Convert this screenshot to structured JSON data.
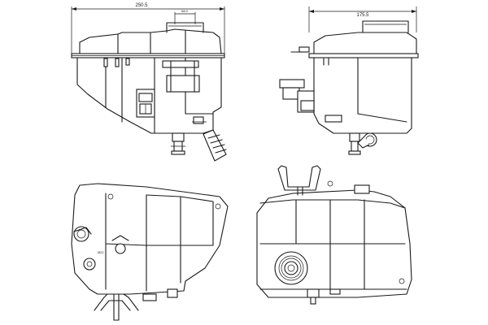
{
  "dimensions": {
    "width_label": "250.5",
    "inner_label": "68.0",
    "side_label": "175.5",
    "cap_label": "Ø22"
  },
  "colors": {
    "line": "#1a1a1a",
    "background": "#ffffff"
  },
  "views": [
    "front-view",
    "side-view",
    "top-view",
    "bottom-view"
  ]
}
